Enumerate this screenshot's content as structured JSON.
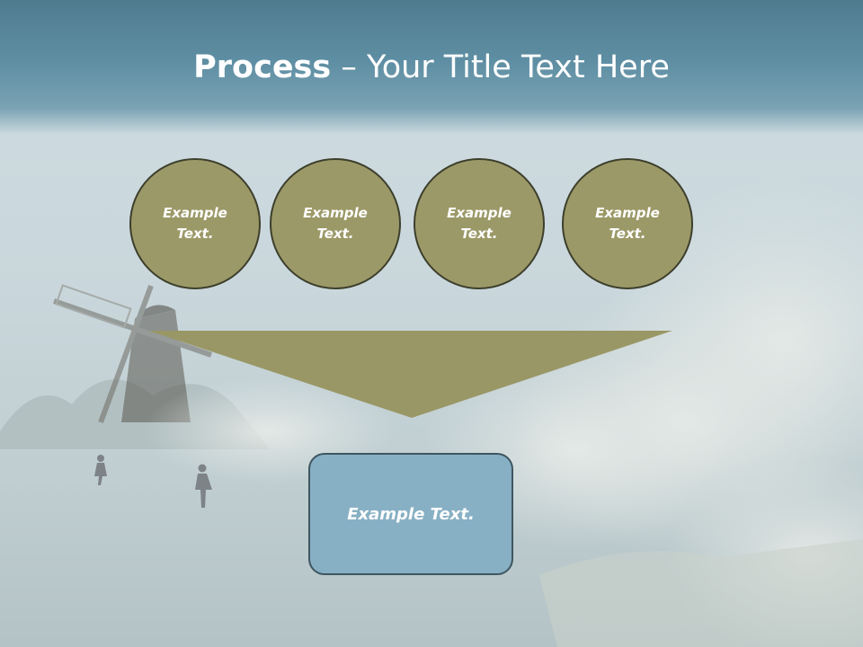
{
  "title": {
    "bold": "Process",
    "rest": " – Your Title Text Here"
  },
  "circles": [
    "Example Text.",
    "Example Text.",
    "Example Text.",
    "Example Text."
  ],
  "result": "Example Text.",
  "colors": {
    "circle_fill": "#9c9968",
    "circle_border": "#3d3f2c",
    "funnel_fill": "#9a9766",
    "box_fill": "#88b0c4",
    "box_border": "#3e5661",
    "header": "#5e8ea3"
  }
}
